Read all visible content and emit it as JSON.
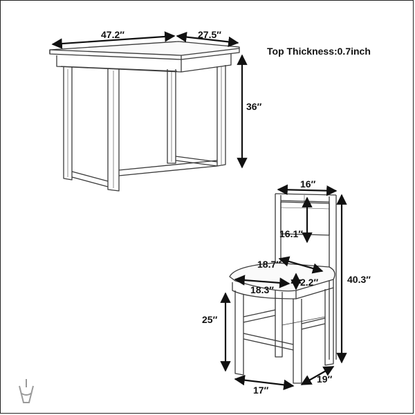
{
  "table": {
    "length": "47.2″",
    "depth": "27.5″",
    "height": "36″",
    "top_thickness": "Top Thickness:0.7inch"
  },
  "chair": {
    "back_width": "16″",
    "back_height": "16.1″",
    "seat_depth": "18.7″",
    "seat_width": "18.3″",
    "seat_thickness": "2.2″",
    "total_height": "40.3″",
    "seat_height": "25″",
    "base_width": "17″",
    "base_depth": "19″"
  },
  "logo": {
    "icon": "brand-logo-icon"
  }
}
